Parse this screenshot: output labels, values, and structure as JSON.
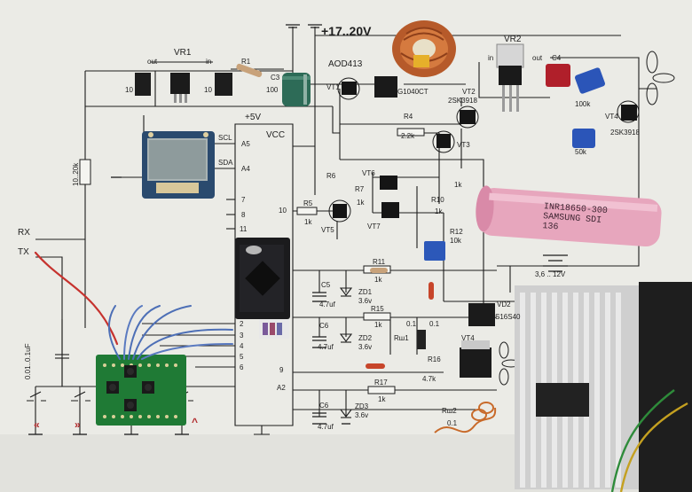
{
  "schematic": {
    "supply_label": "+17..20V",
    "cpu_supply_label": "+5V",
    "cpu_vcc_label": "VCC",
    "battery_range_label": "3,6 .. 12V"
  },
  "components": [
    {
      "name": "vr1-label",
      "text": "VR1"
    },
    {
      "name": "vr2-label",
      "text": "VR2"
    },
    {
      "name": "out-label-1",
      "text": "out"
    },
    {
      "name": "in-label-1",
      "text": "in"
    },
    {
      "name": "in-label-2",
      "text": "in"
    },
    {
      "name": "out-label-2",
      "text": "out"
    },
    {
      "name": "c1-label",
      "text": "10"
    },
    {
      "name": "c2-label",
      "text": "10"
    },
    {
      "name": "c3-label",
      "text": "C3"
    },
    {
      "name": "c3-value",
      "text": "100"
    },
    {
      "name": "c4-label",
      "text": "C4"
    },
    {
      "name": "r1-label",
      "text": "R1"
    },
    {
      "name": "aod413-label",
      "text": "AOD413"
    },
    {
      "name": "vt1-label",
      "text": "VT1"
    },
    {
      "name": "vt2-label",
      "text": "VT2"
    },
    {
      "name": "ic-label",
      "text": "G1040CT"
    },
    {
      "name": "vt2-part",
      "text": "2SK3918"
    },
    {
      "name": "vt4-top-label",
      "text": "VT4"
    },
    {
      "name": "vt4-top-part",
      "text": "2SK3918"
    },
    {
      "name": "pot-label",
      "text": "100k"
    },
    {
      "name": "pot2-label",
      "text": "50k"
    },
    {
      "name": "r4-label",
      "text": "R4"
    },
    {
      "name": "r4-value",
      "text": "2.2k"
    },
    {
      "name": "vt3-label",
      "text": "VT3"
    },
    {
      "name": "r6-label",
      "text": "R6"
    },
    {
      "name": "vt6-label",
      "text": "VT6"
    },
    {
      "name": "r7-label",
      "text": "R7"
    },
    {
      "name": "r7-value",
      "text": "1k"
    },
    {
      "name": "r9-value",
      "text": "1k"
    },
    {
      "name": "r10-label",
      "text": "R10"
    },
    {
      "name": "r10-value",
      "text": "1k"
    },
    {
      "name": "r12-label",
      "text": "R12"
    },
    {
      "name": "r12-value",
      "text": "10k"
    },
    {
      "name": "r5-label",
      "text": "R5"
    },
    {
      "name": "r5-value",
      "text": "1k"
    },
    {
      "name": "vt5-label",
      "text": "VT5"
    },
    {
      "name": "vt7-label",
      "text": "VT7"
    },
    {
      "name": "scl-label",
      "text": "SCL"
    },
    {
      "name": "sda-label",
      "text": "SDA"
    },
    {
      "name": "a5-label",
      "text": "A5"
    },
    {
      "name": "a4-label",
      "text": "A4"
    },
    {
      "name": "pin7-label",
      "text": "7"
    },
    {
      "name": "pin8-label",
      "text": "8"
    },
    {
      "name": "pin11-label",
      "text": "11"
    },
    {
      "name": "pin10-label",
      "text": "10"
    },
    {
      "name": "pin2-label",
      "text": "2"
    },
    {
      "name": "pin3-label",
      "text": "3"
    },
    {
      "name": "pin4-label",
      "text": "4"
    },
    {
      "name": "pin5-label",
      "text": "5"
    },
    {
      "name": "pin6-label",
      "text": "6"
    },
    {
      "name": "pin9-label",
      "text": "9"
    },
    {
      "name": "a2-label",
      "text": "A2"
    },
    {
      "name": "r-pullup-label",
      "text": "10..20k"
    },
    {
      "name": "rx-label",
      "text": "RX"
    },
    {
      "name": "tx-label",
      "text": "TX"
    },
    {
      "name": "cap-left-label",
      "text": "0.01..0.1uF"
    },
    {
      "name": "r11-label",
      "text": "R11"
    },
    {
      "name": "r11-value",
      "text": "1k"
    },
    {
      "name": "c5-label",
      "text": "C5"
    },
    {
      "name": "c5-value",
      "text": "4.7uf"
    },
    {
      "name": "zd1-label",
      "text": "ZD1"
    },
    {
      "name": "zd1-value",
      "text": "3.6v"
    },
    {
      "name": "r15-label",
      "text": "R15"
    },
    {
      "name": "r15-value",
      "text": "1k"
    },
    {
      "name": "c6a-label",
      "text": "C6"
    },
    {
      "name": "c6a-value",
      "text": "4.7uf"
    },
    {
      "name": "zd2-label",
      "text": "ZD2"
    },
    {
      "name": "zd2-value",
      "text": "3.6v"
    },
    {
      "name": "rsh1-label",
      "text": "Rш1"
    },
    {
      "name": "rsh1-value-a",
      "text": "0.1"
    },
    {
      "name": "rsh1-value-b",
      "text": "0.1"
    },
    {
      "name": "vd2-label",
      "text": "VD2"
    },
    {
      "name": "vd2-part",
      "text": "S16S40"
    },
    {
      "name": "vt4-label",
      "text": "VT4"
    },
    {
      "name": "r16-label",
      "text": "R16"
    },
    {
      "name": "r16-value",
      "text": "4.7k"
    },
    {
      "name": "r17-label",
      "text": "R17"
    },
    {
      "name": "r17-value",
      "text": "1k"
    },
    {
      "name": "c6b-label",
      "text": "C6"
    },
    {
      "name": "c6b-value",
      "text": "4.7uf"
    },
    {
      "name": "zd3-label",
      "text": "ZD3"
    },
    {
      "name": "zd3-value",
      "text": "3.6v"
    },
    {
      "name": "rsh2-label",
      "text": "Rш2"
    },
    {
      "name": "rsh2-value",
      "text": "0.1"
    },
    {
      "name": "left-button-arrow",
      "text": "«"
    },
    {
      "name": "right-button-arrow",
      "text": "»"
    },
    {
      "name": "up-button-arrow",
      "text": "^"
    }
  ],
  "battery": {
    "line1": "INR18650-300",
    "line2": "SAMSUNG SDI",
    "line3": "136",
    "color": "#e7a6bd"
  },
  "colors": {
    "paper": "#eeeeea",
    "ink": "#1c1c1c",
    "red_wire": "#c6322e",
    "blue_wire": "#4d6fb6",
    "pcb": "#1f7a35",
    "heatsink": "#d8d8d8",
    "toroid": "#c7632d",
    "battery": "#e7a6bd"
  },
  "icons": [
    "ground-icon",
    "capacitor-icon",
    "resistor-icon",
    "transistor-icon",
    "diode-icon",
    "fan-icon",
    "battery-icon",
    "switch-icon"
  ]
}
